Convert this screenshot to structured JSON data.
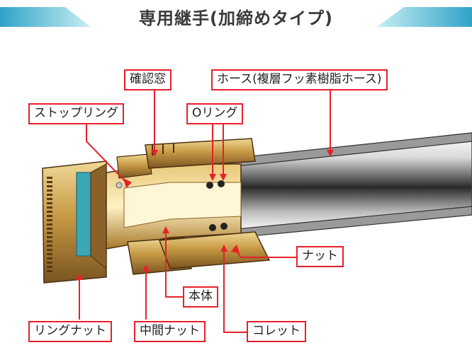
{
  "title": "専用継手(加締めタイプ)",
  "labels": {
    "kakunin_mado": "確認窓",
    "hose": "ホース(複層フッ素樹脂ホース)",
    "stopper_ring": "ストップリング",
    "o_ring": "Oリング",
    "nut": "ナット",
    "hontai": "本体",
    "ring_nut": "リングナット",
    "chukan_nut": "中間ナット",
    "collet": "コレット"
  },
  "colors": {
    "callout_border": "#e8202a",
    "leader": "#e8202a",
    "brass": "#c79a45",
    "brass_dark": "#7a5420",
    "hose_gray": "#8a8a8a",
    "teal": "#3aa7b5",
    "header_gradient": "#4bb3d0"
  }
}
